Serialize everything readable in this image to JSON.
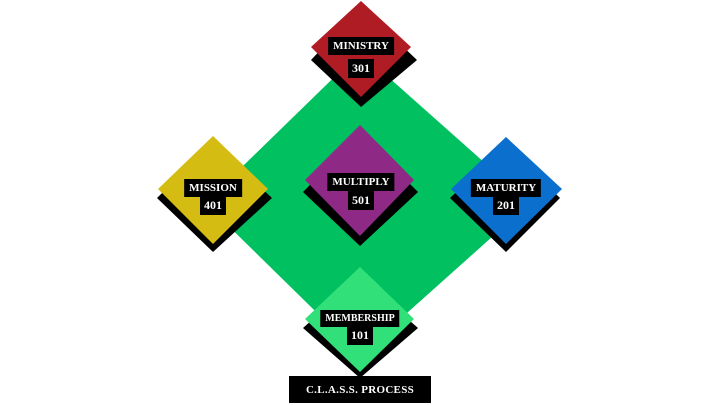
{
  "title": "C.L.A.S.S. PROCESS",
  "colors": {
    "field": "#00c060",
    "shadow": "#000000",
    "ministry": "#b01c24",
    "mission": "#d4bc12",
    "multiply": "#8e2a86",
    "maturity": "#0a6fcd",
    "membership": "#32e07a"
  },
  "bases": {
    "ministry": {
      "name": "MINISTRY",
      "number": "301"
    },
    "mission": {
      "name": "MISSION",
      "number": "401"
    },
    "multiply": {
      "name": "MULTIPLY",
      "number": "501"
    },
    "maturity": {
      "name": "MATURITY",
      "number": "201"
    },
    "membership": {
      "name": "MEMBERSHIP",
      "number": "101"
    }
  }
}
